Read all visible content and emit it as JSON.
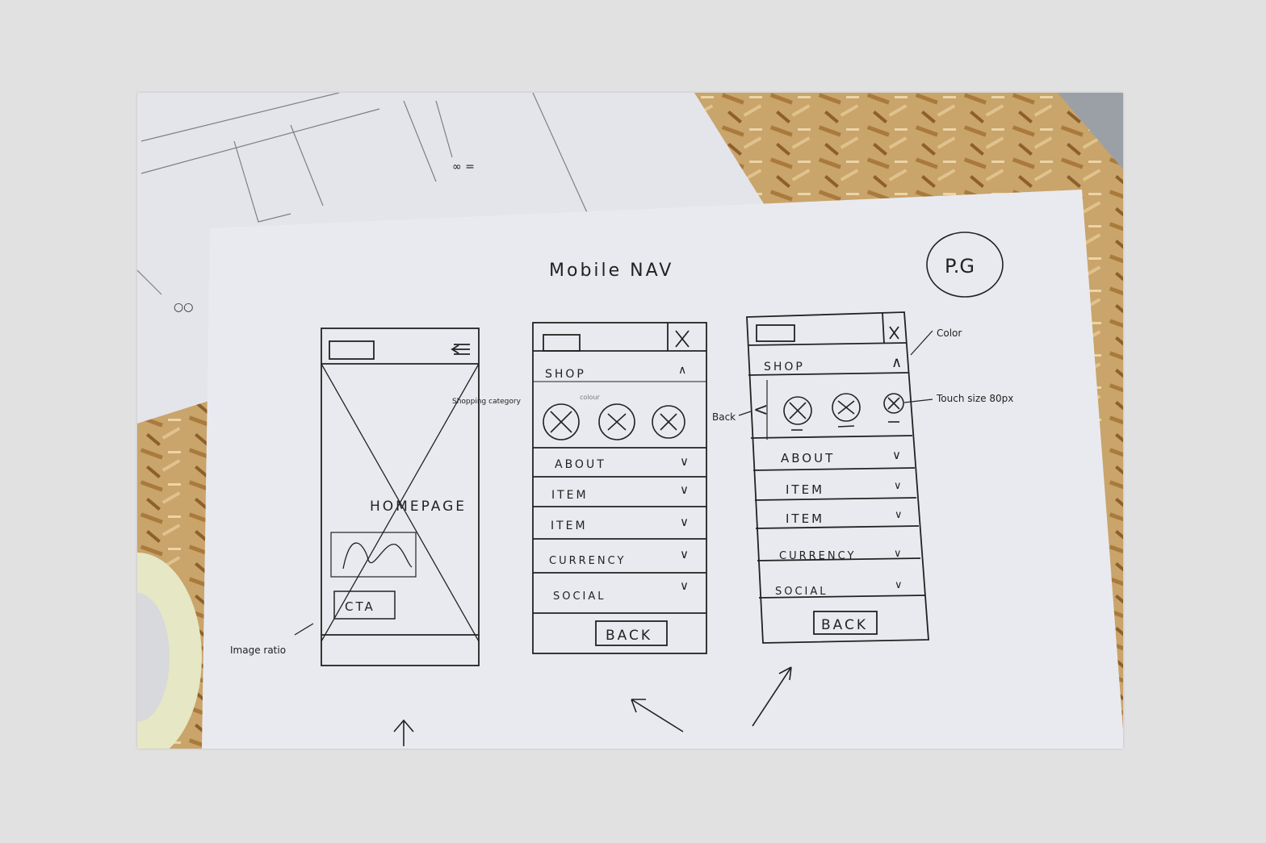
{
  "title": "Mobile NAV",
  "initials": "P.G",
  "annotations": {
    "image_ratio": "Image ratio",
    "shopping_category": "Shopping category",
    "colour": "colour",
    "back": "Back",
    "color": "Color",
    "touch_size": "Touch size 80px"
  },
  "screens": [
    {
      "name": "homepage",
      "hero_label": "HOMEPAGE",
      "cta_label": "CTA",
      "menu_icon": "hamburger-back-icon"
    },
    {
      "name": "menu-open",
      "section": "SHOP",
      "close_icon": "close-icon",
      "items": [
        {
          "label": "ABOUT",
          "icon": "chevron-down-icon"
        },
        {
          "label": "ITEM",
          "icon": "chevron-down-icon"
        },
        {
          "label": "ITEM",
          "icon": "chevron-down-icon"
        },
        {
          "label": "CURRENCY",
          "icon": "chevron-down-icon"
        },
        {
          "label": "SOCIAL",
          "icon": "chevron-down-icon"
        }
      ],
      "back_button": "BACK"
    },
    {
      "name": "menu-scrolled",
      "section": "SHOP",
      "close_icon": "close-icon",
      "items": [
        {
          "label": "ABOUT",
          "icon": "chevron-down-icon"
        },
        {
          "label": "ITEM",
          "icon": "chevron-down-icon"
        },
        {
          "label": "ITEM",
          "icon": "chevron-down-icon"
        },
        {
          "label": "CURRENCY",
          "icon": "chevron-down-icon"
        },
        {
          "label": "SOCIAL",
          "icon": "chevron-down-icon"
        }
      ],
      "back_button": "BACK"
    }
  ],
  "colors": {
    "paper": "#e8e9ee",
    "wood": "#c8a26a",
    "pencil": "#222222"
  }
}
